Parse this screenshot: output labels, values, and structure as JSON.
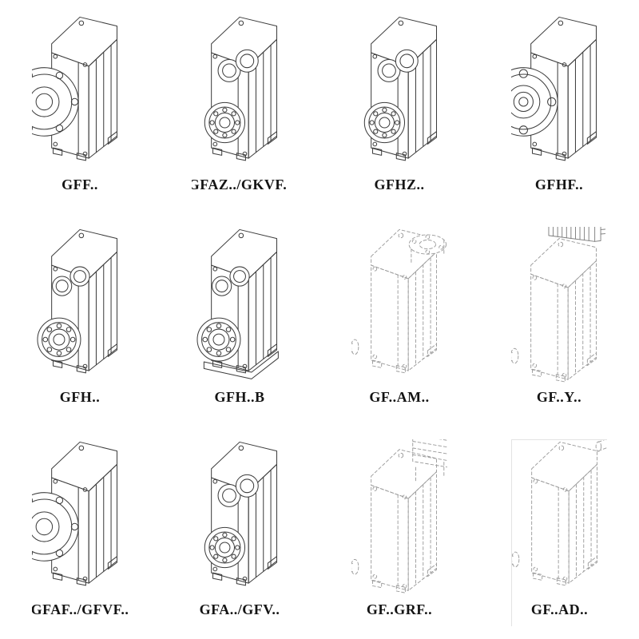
{
  "page": {
    "background": "#ffffff",
    "description_labels_visible_only": true
  },
  "colors": {
    "solid_line": "#3d3d3d",
    "dashed_line": "#9b9b9b",
    "label_text": "#141414"
  },
  "cells": [
    {
      "label": "GFF..",
      "symbol": "#gbx-flange",
      "icon": "flange-mounted-gearbox-drawing",
      "line_style": "solid"
    },
    {
      "label": "GFAZ../GKVF..",
      "symbol": "#gbx-shaft",
      "icon": "hollow-shaft-gearbox-drawing",
      "line_style": "solid"
    },
    {
      "label": "GFHZ..",
      "symbol": "#gbx-shaft",
      "icon": "hollow-shaft-gearbox-drawing",
      "line_style": "solid"
    },
    {
      "label": "GFHF..",
      "symbol": "#gbx-flange-b5",
      "icon": "b5-flange-gearbox-drawing",
      "line_style": "solid"
    },
    {
      "label": "GFH..",
      "symbol": "#gbx-bearing",
      "icon": "shaft-mounted-gearbox-drawing",
      "line_style": "solid"
    },
    {
      "label": "GFH..B",
      "symbol": "#gbx-bearing-foot",
      "icon": "foot-mounted-gearbox-drawing",
      "line_style": "solid"
    },
    {
      "label": "GF..AM..",
      "symbol": "#gbx-dash-am",
      "icon": "gearbox-with-iec-adapter-drawing",
      "line_style": "dashed"
    },
    {
      "label": "GF..Y..",
      "symbol": "#gbx-dash-motor",
      "icon": "gearbox-with-motor-drawing",
      "line_style": "dashed"
    },
    {
      "label": "GFAF../GFVF..",
      "symbol": "#gbx-flange",
      "icon": "flange-mounted-gearbox-drawing",
      "line_style": "solid"
    },
    {
      "label": "GFA../GFV..",
      "symbol": "#gbx-shaft",
      "icon": "hollow-shaft-gearbox-drawing",
      "line_style": "solid"
    },
    {
      "label": "GF..GRF..",
      "symbol": "#gbx-dash-grf",
      "icon": "gearbox-with-adapter-box-drawing",
      "line_style": "dashed"
    },
    {
      "label": "GF..AD..",
      "symbol": "#gbx-dash-ad",
      "icon": "gearbox-with-input-shaft-drawing",
      "line_style": "dashed"
    }
  ]
}
